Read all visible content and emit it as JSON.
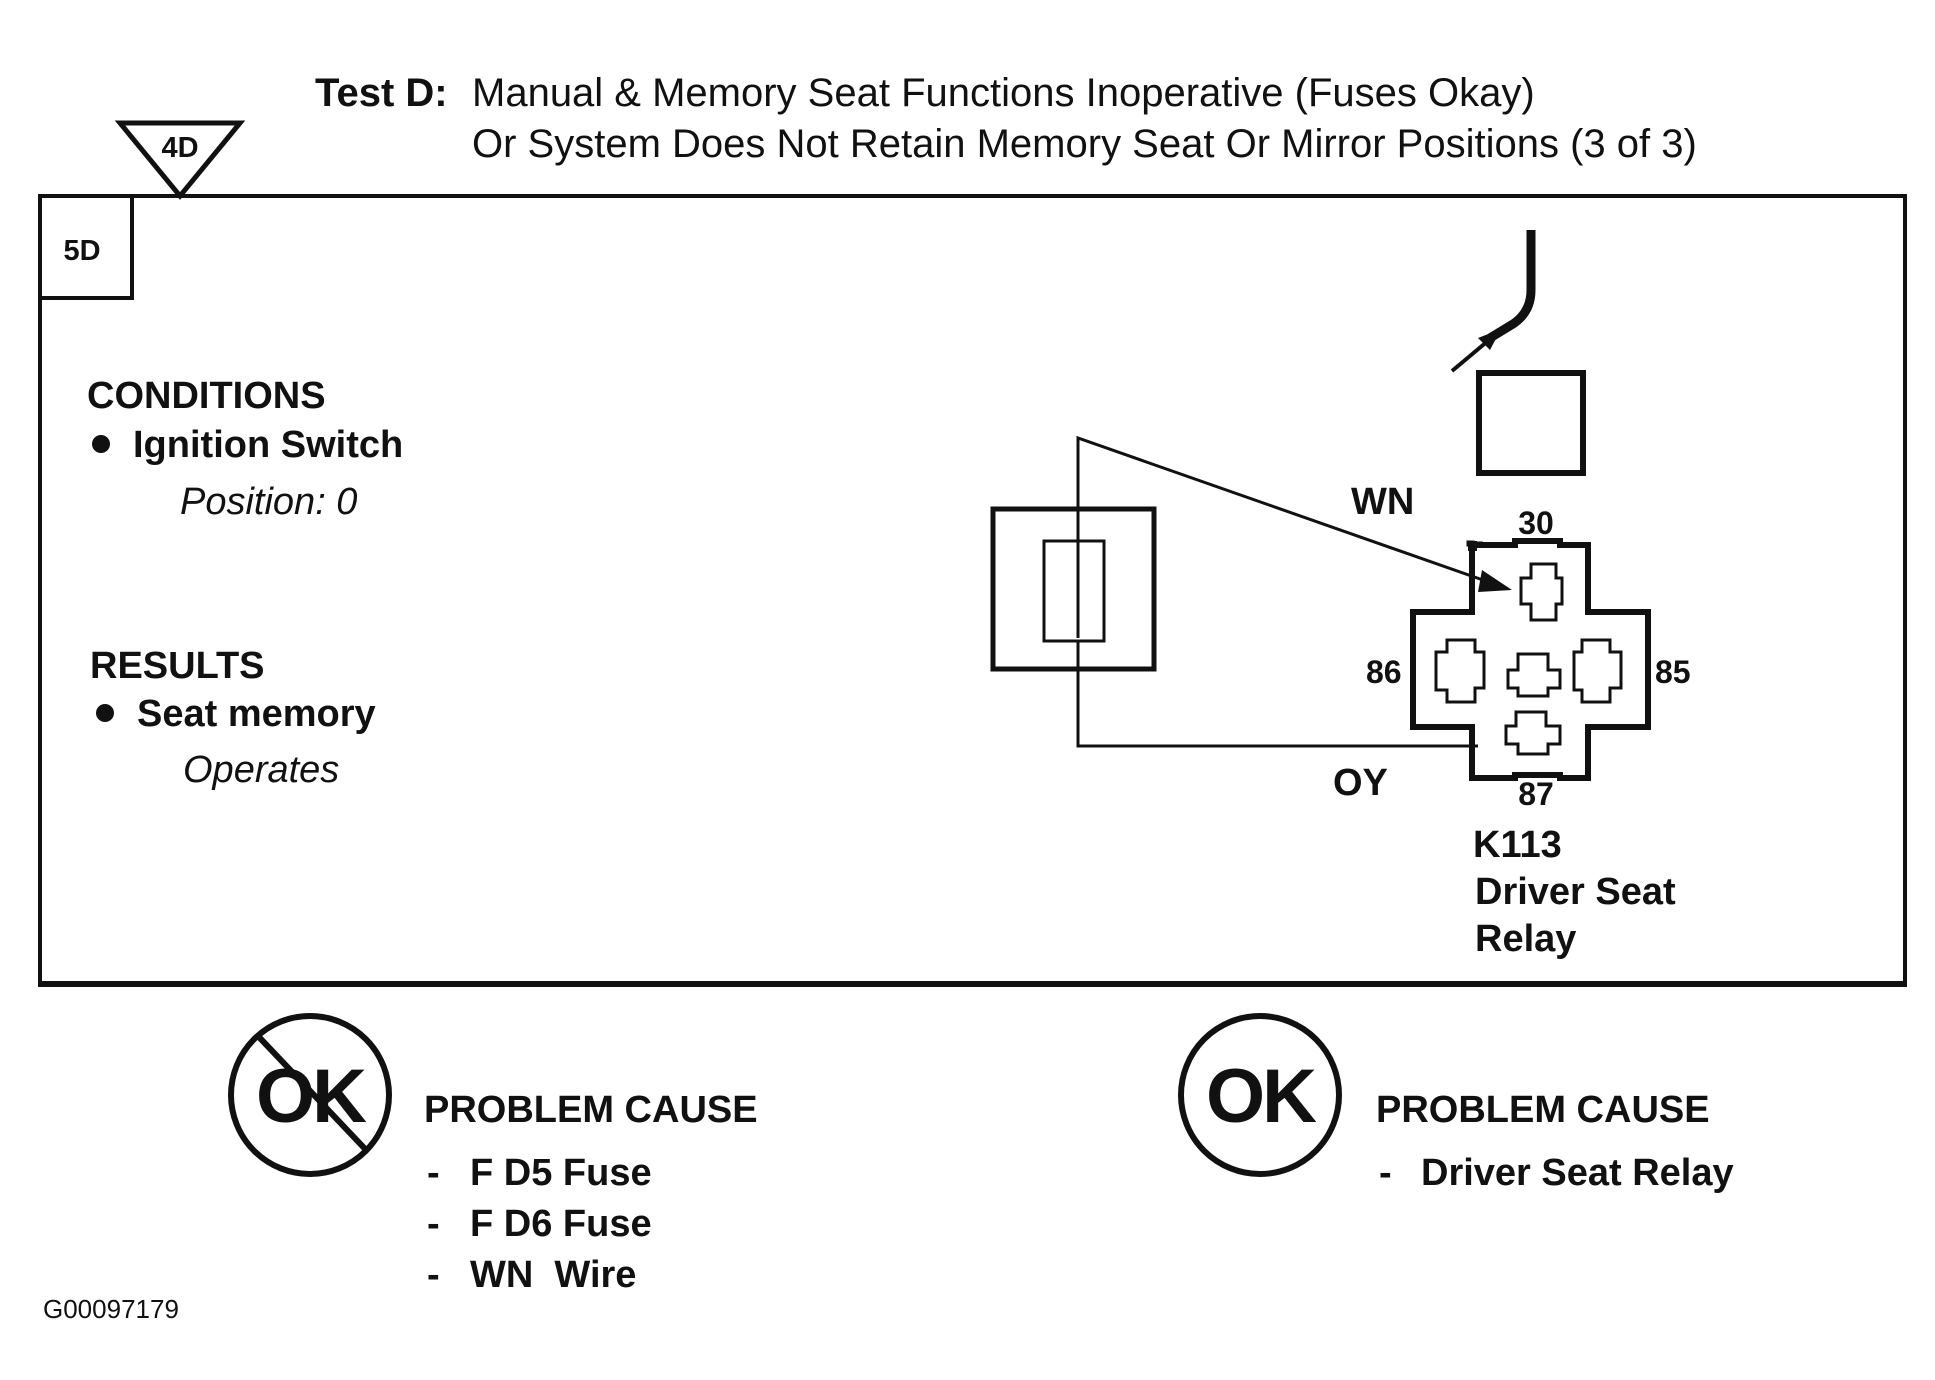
{
  "header": {
    "test_label": "Test D:",
    "title_line1": "Manual & Memory Seat Functions Inoperative (Fuses Okay)",
    "title_line2": "Or System Does Not Retain Memory Seat Or Mirror Positions (3 of 3)"
  },
  "step_markers": {
    "from_step": "4D",
    "current_step": "5D"
  },
  "conditions": {
    "heading": "CONDITIONS",
    "item": "Ignition Switch",
    "detail": "Position: 0"
  },
  "results": {
    "heading": "RESULTS",
    "item": "Seat memory",
    "detail": "Operates"
  },
  "relay": {
    "code": "K113",
    "name_line1": "Driver Seat",
    "name_line2": "Relay",
    "pins": {
      "top": "30",
      "left": "86",
      "right": "85",
      "bottom": "87"
    },
    "wires": {
      "upper": "WN",
      "lower": "OY"
    }
  },
  "outcome_not_ok": {
    "symbol": "OK",
    "heading": "PROBLEM CAUSE",
    "bullet": "-",
    "causes": [
      "F D5 Fuse",
      "F D6 Fuse",
      "WN  Wire"
    ]
  },
  "outcome_ok": {
    "symbol": "OK",
    "heading": "PROBLEM CAUSE",
    "bullet": "-",
    "causes": [
      "Driver Seat Relay"
    ]
  },
  "figure_id": "G00097179",
  "colors": {
    "ink": "#111111",
    "paper": "#ffffff"
  }
}
